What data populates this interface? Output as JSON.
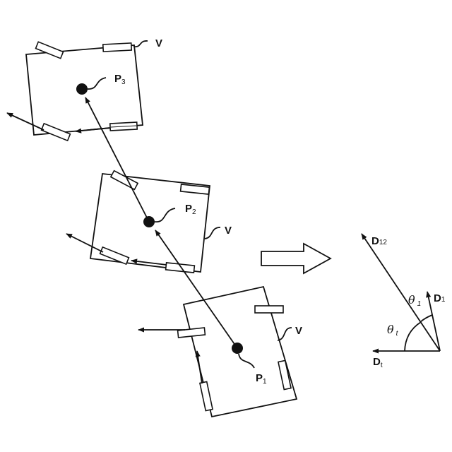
{
  "labels": {
    "p1": {
      "main": "P",
      "sub": "1"
    },
    "p2": {
      "main": "P",
      "sub": "2"
    },
    "p3": {
      "main": "P",
      "sub": "3"
    },
    "v": "V",
    "d12": {
      "main": "D",
      "sub": "12"
    },
    "d1": {
      "main": "D",
      "sub": "1"
    },
    "dt": {
      "main": "D",
      "sub": "t"
    },
    "theta1": {
      "main": "θ",
      "sub": "1"
    },
    "thetat": {
      "main": "θ",
      "sub": "t"
    }
  },
  "colors": {
    "line": "#111111",
    "background": "#ffffff"
  }
}
